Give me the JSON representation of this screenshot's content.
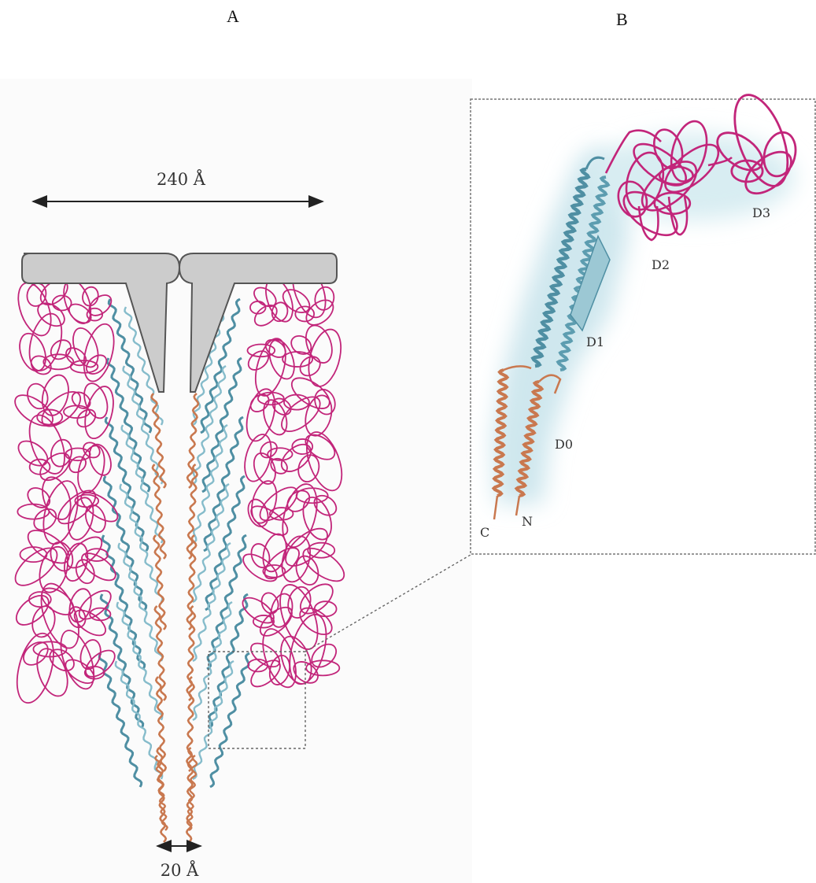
{
  "panels": {
    "a": "A",
    "b": "B"
  },
  "measurements": {
    "top_width": "240 Å",
    "bottom_width": "20 Å"
  },
  "domains": {
    "d0": "D0",
    "d1": "D1",
    "d2": "D2",
    "d3": "D3"
  },
  "termini": {
    "c": "C",
    "n": "N"
  },
  "colors": {
    "d0": "#c9784f",
    "d1": "#4f8fa3",
    "d2d3": "#c2257a",
    "glow": "#cfe7ee",
    "cap": "#cccccc",
    "cap_stroke": "#555555",
    "inset_border": "#777777"
  }
}
